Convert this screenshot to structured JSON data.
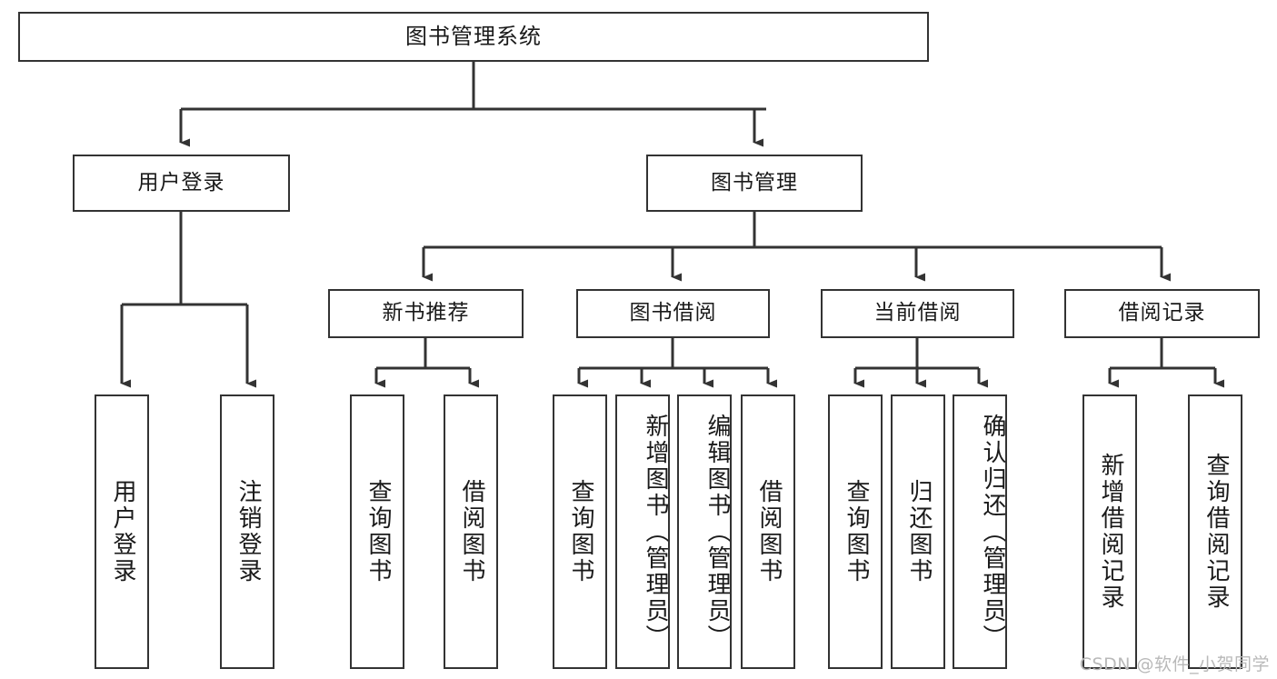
{
  "diagram": {
    "type": "tree-hierarchy-chart",
    "title": "图书管理系统",
    "line_color": "#333333",
    "box_fill": "#ffffff",
    "text_color": "#1a1a1a",
    "nodes": {
      "root": {
        "label": "图书管理系统",
        "level": 0
      },
      "l1": [
        {
          "id": "user_login",
          "label": "用户登录"
        },
        {
          "id": "book_manage",
          "label": "图书管理"
        }
      ],
      "l2": [
        {
          "id": "new_book_rec",
          "label": "新书推荐",
          "parent": "book_manage"
        },
        {
          "id": "book_borrow",
          "label": "图书借阅",
          "parent": "book_manage"
        },
        {
          "id": "current_borrow",
          "label": "当前借阅",
          "parent": "book_manage"
        },
        {
          "id": "borrow_record",
          "label": "借阅记录",
          "parent": "book_manage"
        }
      ],
      "leaves": [
        {
          "id": "leaf_user_login",
          "label": "用户登录",
          "parent": "user_login"
        },
        {
          "id": "leaf_logout",
          "label": "注销登录",
          "parent": "user_login"
        },
        {
          "id": "leaf_query_book_1",
          "label": "查询图书",
          "parent": "new_book_rec"
        },
        {
          "id": "leaf_borrow_book_1",
          "label": "借阅图书",
          "parent": "new_book_rec"
        },
        {
          "id": "leaf_query_book_2",
          "label": "查询图书",
          "parent": "book_borrow"
        },
        {
          "id": "leaf_add_book",
          "label": "新增图书（管理员）",
          "parent": "book_borrow"
        },
        {
          "id": "leaf_edit_book",
          "label": "编辑图书（管理员）",
          "parent": "book_borrow"
        },
        {
          "id": "leaf_borrow_book_2",
          "label": "借阅图书",
          "parent": "book_borrow"
        },
        {
          "id": "leaf_query_book_3",
          "label": "查询图书",
          "parent": "current_borrow"
        },
        {
          "id": "leaf_return_book",
          "label": "归还图书",
          "parent": "current_borrow"
        },
        {
          "id": "leaf_confirm_return",
          "label": "确认归还（管理员）",
          "parent": "current_borrow"
        },
        {
          "id": "leaf_add_record",
          "label": "新增借阅记录",
          "parent": "borrow_record"
        },
        {
          "id": "leaf_query_record",
          "label": "查询借阅记录",
          "parent": "borrow_record"
        }
      ]
    }
  },
  "watermark": {
    "text": "CSDN @软件_小贺同学"
  }
}
